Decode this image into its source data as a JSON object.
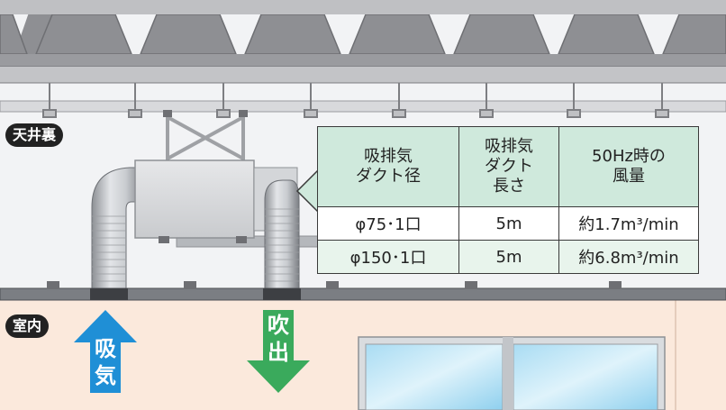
{
  "zones": {
    "ceiling": "天井裏",
    "indoor": "室内"
  },
  "arrows": {
    "intake": {
      "chars": [
        "吸",
        "気"
      ],
      "color": "#1f8fd6"
    },
    "exhaust": {
      "chars": [
        "吹",
        "出"
      ],
      "color": "#3aaa5c"
    }
  },
  "table": {
    "headers": [
      "吸排気\nダクト径",
      "吸排気\nダクト\n長さ",
      "50Hz時の\n風量"
    ],
    "rows": [
      [
        "φ75･1口",
        "5m",
        "約1.7m³/min"
      ],
      [
        "φ150･1口",
        "5m",
        "約6.8m³/min"
      ]
    ]
  },
  "colors": {
    "header_bg": "#cfe9dc",
    "row_alt_bg": "#e8f4ec",
    "ceiling_space": "#f2f3f5",
    "indoor_space": "#fbe9dc"
  }
}
